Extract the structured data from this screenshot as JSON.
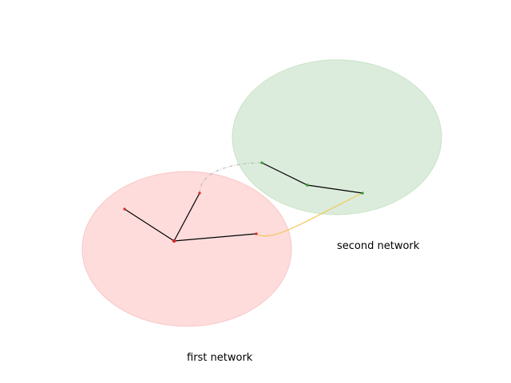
{
  "labels": {
    "first_network": "first network",
    "second_network": "second network"
  },
  "colors": {
    "first_fill": "#ffdcdc",
    "first_stroke": "#f7c6c6",
    "second_fill": "#dcecdc",
    "second_stroke": "#c6e3c6",
    "edge": "#000000",
    "first_node": "#d62728",
    "second_node": "#2ca02c",
    "cross_link_dashed": "#b0b0b0",
    "cross_link_solid": "#f2c85b"
  },
  "networks": [
    {
      "id": "first",
      "nodes": [
        "center",
        "upper-left",
        "upper-right",
        "right"
      ],
      "edges": [
        [
          "center",
          "upper-left"
        ],
        [
          "center",
          "upper-right"
        ],
        [
          "center",
          "right"
        ]
      ]
    },
    {
      "id": "second",
      "nodes": [
        "left",
        "middle",
        "right"
      ],
      "edges": [
        [
          "left",
          "middle"
        ],
        [
          "middle",
          "right"
        ]
      ]
    }
  ],
  "cross_links": [
    {
      "from": "first.upper-right",
      "to": "second.left",
      "style": "dashed"
    },
    {
      "from": "first.right",
      "to": "second.right",
      "style": "solid"
    }
  ]
}
